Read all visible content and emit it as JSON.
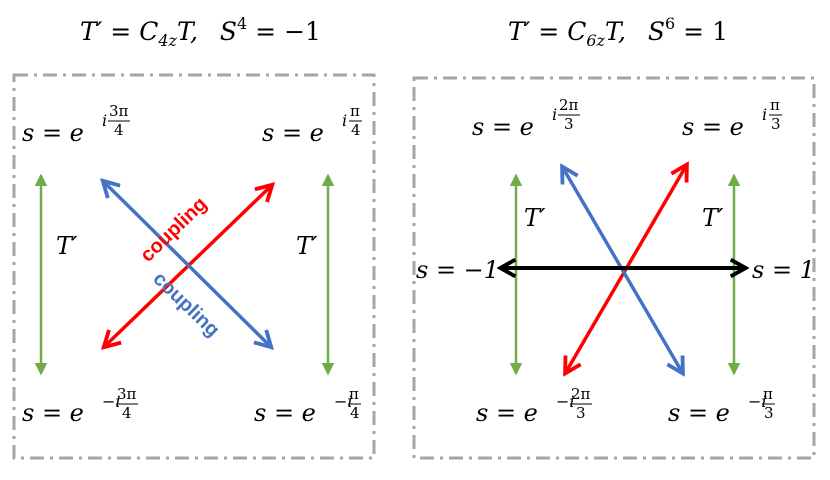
{
  "colors": {
    "frame": "#a6a6a6",
    "green": "#70ad47",
    "red": "#ff0000",
    "blue": "#4472c4",
    "black": "#000000"
  },
  "left_panel": {
    "title": {
      "lhs": "T′ = ",
      "op": "C",
      "sub": "4z",
      "tail": "T,",
      "s_eq": "S",
      "pow": "4",
      "rhs": " = −1"
    },
    "labels": {
      "top_left": {
        "prefix": "s = e",
        "exp_i": "i",
        "num": "3π",
        "den": "4"
      },
      "top_right": {
        "prefix": "s = e",
        "exp_i": "i",
        "num": "π",
        "den": "4"
      },
      "bottom_left": {
        "prefix": "s = e",
        "exp_i": "−i",
        "num": "3π",
        "den": "4"
      },
      "bottom_right": {
        "prefix": "s = e",
        "exp_i": "−i",
        "num": "π",
        "den": "4"
      },
      "t_prime_left": "T′",
      "t_prime_right": "T′",
      "coupling_red": "coupling",
      "coupling_blue": "coupling"
    }
  },
  "right_panel": {
    "title": {
      "lhs": "T′ = ",
      "op": "C",
      "sub": "6z",
      "tail": "T,",
      "s_eq": "S",
      "pow": "6",
      "rhs": " = 1"
    },
    "labels": {
      "top_left": {
        "prefix": "s = e",
        "exp_i": "i",
        "num": "2π",
        "den": "3"
      },
      "top_right": {
        "prefix": "s = e",
        "exp_i": "i",
        "num": "π",
        "den": "3"
      },
      "bottom_left": {
        "prefix": "s = e",
        "exp_i": "−i",
        "num": "2π",
        "den": "3"
      },
      "bottom_right": {
        "prefix": "s = e",
        "exp_i": "−i",
        "num": "π",
        "den": "3"
      },
      "left": "s = −1",
      "right": "s = 1",
      "t_prime_left": "T′",
      "t_prime_right": "T′"
    }
  }
}
